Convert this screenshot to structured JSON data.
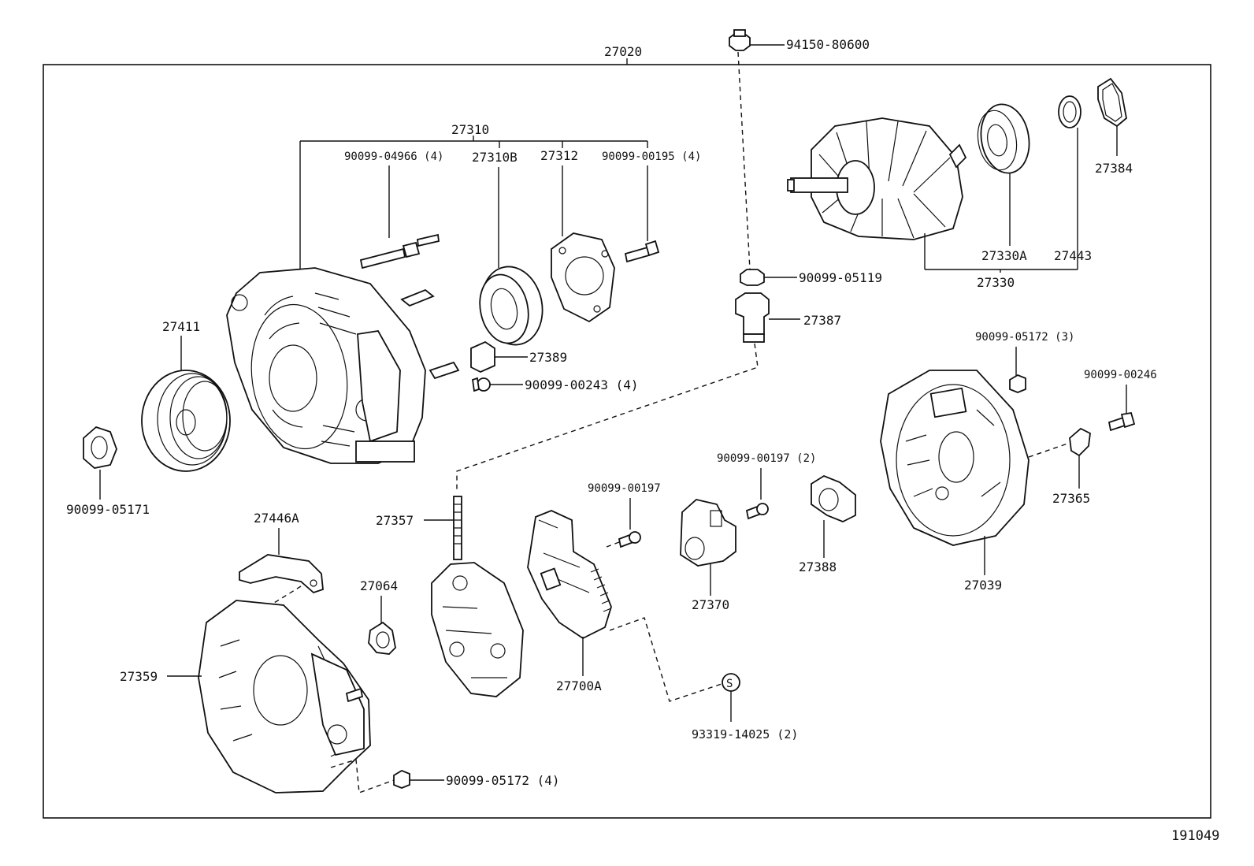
{
  "labels": {
    "p27020": "27020",
    "p94150_80600": "94150-80600",
    "p27310": "27310",
    "p90099_04966": "90099-04966 (4)",
    "p27310B": "27310B",
    "p27312": "27312",
    "p90099_00195": "90099-00195 (4)",
    "p27384": "27384",
    "p27330A": "27330A",
    "p27443": "27443",
    "p27330": "27330",
    "p90099_05119": "90099-05119",
    "p27387": "27387",
    "p27411": "27411",
    "p27389": "27389",
    "p90099_00243": "90099-00243 (4)",
    "p90099_05172_3": "90099-05172 (3)",
    "p90099_00246": "90099-00246",
    "p90099_05171": "90099-05171",
    "p90099_00197_2": "90099-00197 (2)",
    "p90099_00197": "90099-00197",
    "p27365": "27365",
    "p27357": "27357",
    "p27446A": "27446A",
    "p27370": "27370",
    "p27388": "27388",
    "p27039": "27039",
    "p27064": "27064",
    "p27359": "27359",
    "p27700A": "27700A",
    "p93319_14025": "93319-14025 (2)",
    "p90099_05172_4": "90099-05172 (4)",
    "stamp_s": "S",
    "figure_number": "191049"
  }
}
